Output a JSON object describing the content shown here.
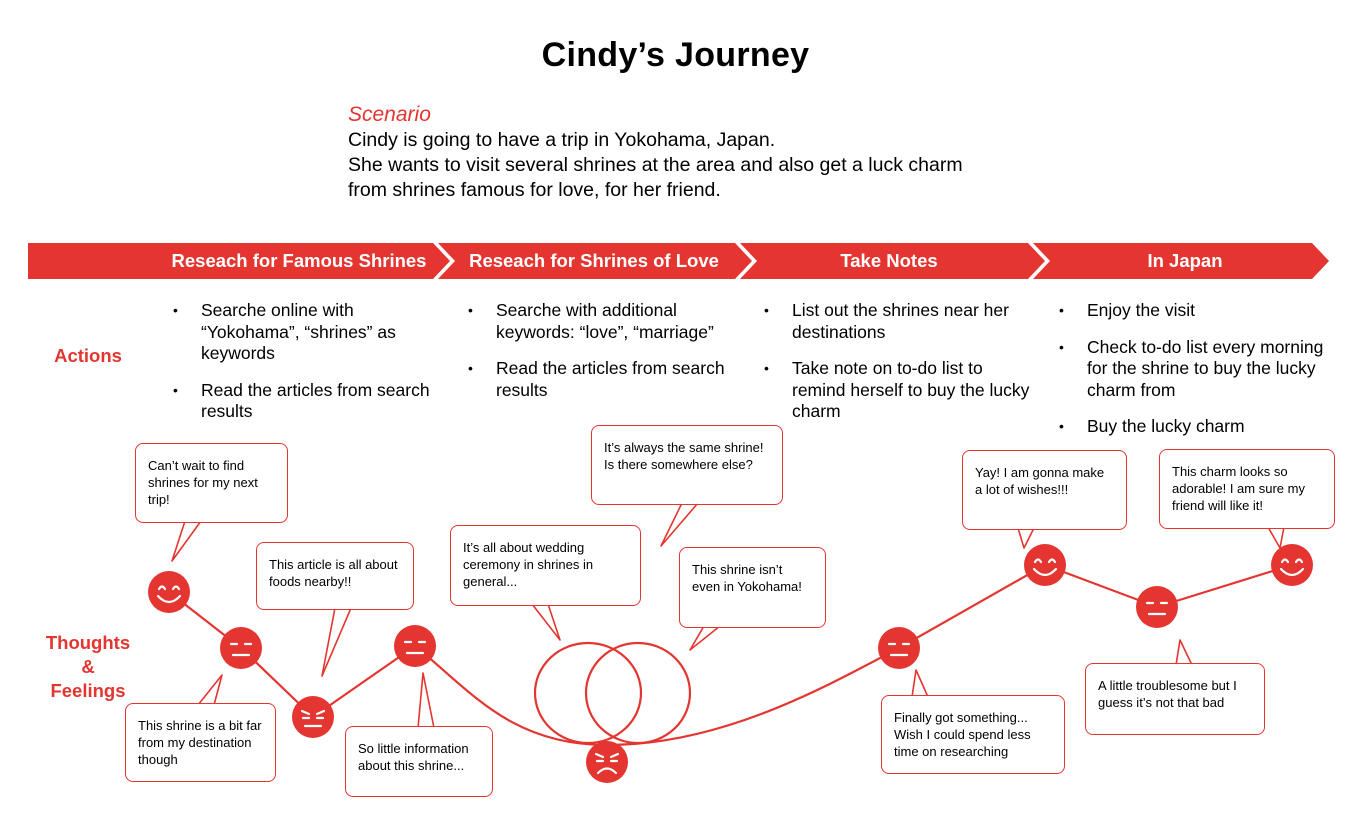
{
  "title": "Cindy’s Journey",
  "scenario": {
    "label": "Scenario",
    "lines": [
      "Cindy is going to have a trip in Yokohama, Japan.",
      "She wants to visit several shrines at the area and also get a luck charm",
      "from shrines famous for love, for her friend."
    ]
  },
  "stages": [
    "Reseach for Famous Shrines",
    "Reseach for Shrines of Love",
    "Take Notes",
    "In Japan"
  ],
  "row_labels": {
    "actions": "Actions",
    "thoughts": [
      "Thoughts",
      "&",
      "Feelings"
    ]
  },
  "actions": [
    [
      "Searche online with “Yokohama”, “shrines” as keywords",
      "Read the articles from search results"
    ],
    [
      "Searche with additional keywords: “love”, “marriage”",
      "Read the articles from search results"
    ],
    [
      "List out the shrines near her destinations",
      "Take note on to-do list to remind herself to buy the lucky charm"
    ],
    [
      "Enjoy the visit",
      "Check to-do list every morning for the shrine to buy the lucky charm from",
      "Buy the lucky charm"
    ]
  ],
  "thoughts": [
    "Can’t wait to find shrines for my next trip!",
    "This shrine is a bit far from my destination though",
    "This article is all about foods nearby!!",
    "So little information about this shrine...",
    "It’s all about wedding ceremony in shrines in general...",
    "It’s always the same shrine! Is there somewhere else?",
    "This shrine isn’t even in Yokohama!",
    "Finally got something... Wish I could spend less time on researching",
    "Yay! I am gonna make a lot of wishes!!!",
    "A little troublesome but I guess it’s not that bad",
    "This charm looks so adorable! I am sure my friend will like it!"
  ],
  "emotions": [
    "happy",
    "neutral",
    "annoyed",
    "neutral",
    "sad",
    "neutral",
    "happy",
    "neutral",
    "happy"
  ],
  "colors": {
    "accent": "#e43530",
    "text": "#000000",
    "background": "#ffffff"
  }
}
